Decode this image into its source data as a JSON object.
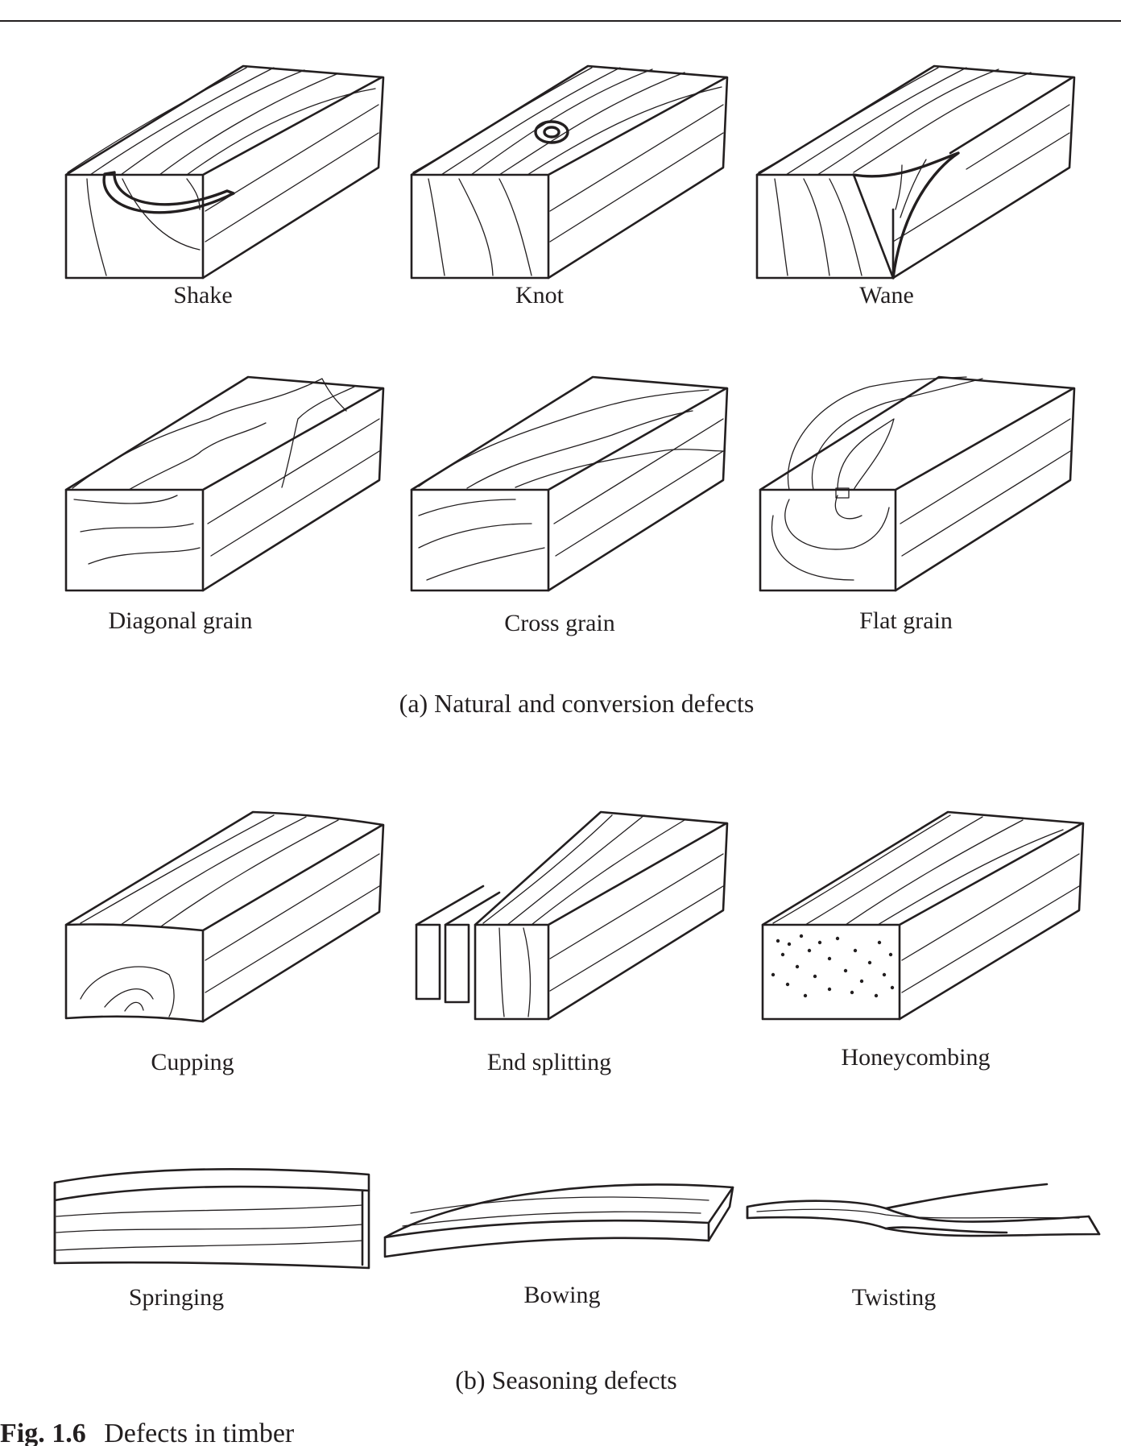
{
  "labels": {
    "shake": "Shake",
    "knot": "Knot",
    "wane": "Wane",
    "diagonal_grain": "Diagonal grain",
    "cross_grain": "Cross grain",
    "flat_grain": "Flat grain",
    "cupping": "Cupping",
    "end_splitting": "End splitting",
    "honeycombing": "Honeycombing",
    "springing": "Springing",
    "bowing": "Bowing",
    "twisting": "Twisting"
  },
  "captions": {
    "natural": "(a) Natural and conversion defects",
    "seasoning": "(b) Seasoning defects"
  },
  "figure": {
    "number": "Fig. 1.6",
    "title": "Defects in timber"
  }
}
